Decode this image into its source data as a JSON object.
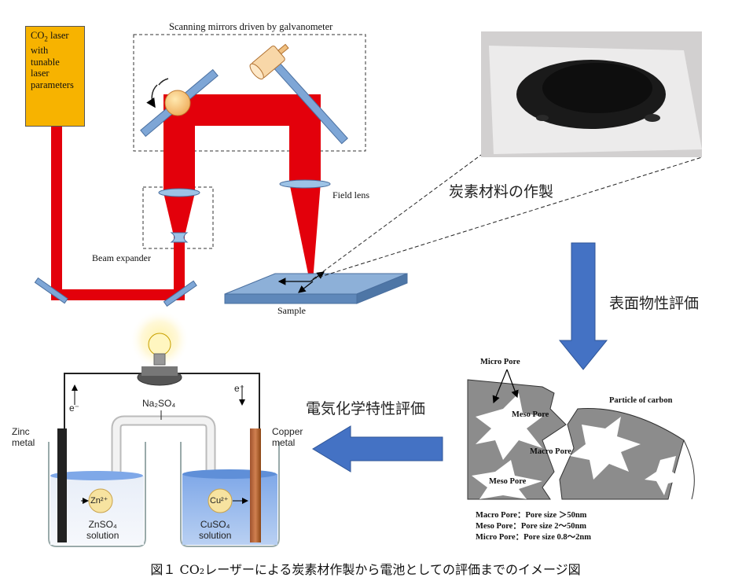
{
  "laser_box": {
    "lines": [
      "CO",
      "with",
      "tunable",
      "laser",
      "parameters"
    ],
    "co2_sub": "2",
    "co2_rest": " laser"
  },
  "labels": {
    "scanning": "Scanning mirrors driven by galvanometer",
    "field_lens": "Field lens",
    "beam_expander": "Beam expander",
    "sample": "Sample"
  },
  "steps": {
    "carbon_prep": "炭素材料の作製",
    "surface_eval": "表面物性評価",
    "electrochem_eval": "電気化学特性評価"
  },
  "pore_diagram": {
    "micro": "Micro Pore",
    "meso_top": "Meso Pore",
    "macro": "Macro Pore",
    "meso_bottom": "Meso Pore",
    "particle": "Particle of carbon",
    "legend": [
      "Macro Pore：Pore size ＞50nm",
      "Meso Pore：Pore size 2～50nm",
      "Micro Pore：Pore size 0.8～2nm"
    ]
  },
  "cell": {
    "electron_left": "e⁻",
    "electron_right": "e⁻",
    "salt_bridge": "Na₂SO₄",
    "zinc_label": [
      "Zinc",
      "metal"
    ],
    "copper_label": [
      "Copper",
      "metal"
    ],
    "zn_ion": "Zn²⁺",
    "cu_ion": "Cu²⁺",
    "zn_solution": [
      "ZnSO₄",
      "solution"
    ],
    "cu_solution": [
      "CuSO₄",
      "solution"
    ]
  },
  "caption": "図１ CO₂レーザーによる炭素材作製から電池としての評価までのイメージ図",
  "colors": {
    "laser_beam": "#e3000b",
    "arrow_blue": "#4472c4",
    "laser_box": "#f7b300",
    "sample": "#6f94c2"
  }
}
